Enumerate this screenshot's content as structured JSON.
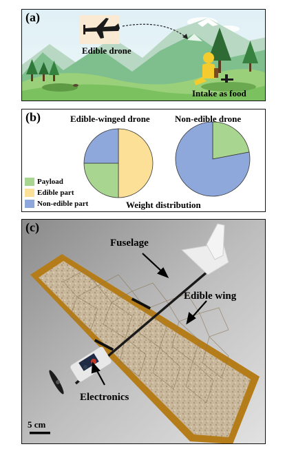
{
  "panel_a": {
    "label": "(a)",
    "edible_drone_label": "Edible drone",
    "intake_label": "Intake as food"
  },
  "panel_b": {
    "label": "(b)",
    "title_left": "Edible-winged drone",
    "title_right": "Non-edible drone",
    "footer": "Weight distribution",
    "legend": [
      {
        "label": "Payload",
        "color": "#a8d58f"
      },
      {
        "label": "Edible part",
        "color": "#fde097"
      },
      {
        "label": "Non-edible part",
        "color": "#8fa8dc"
      }
    ]
  },
  "chart_data": [
    {
      "type": "pie",
      "title": "Edible-winged drone",
      "labels": [
        "Edible part",
        "Payload",
        "Non-edible part"
      ],
      "values": [
        50,
        25,
        25
      ],
      "colors": [
        "#fde097",
        "#a8d58f",
        "#8fa8dc"
      ]
    },
    {
      "type": "pie",
      "title": "Non-edible drone",
      "labels": [
        "Payload",
        "Non-edible part"
      ],
      "values": [
        22,
        78
      ],
      "colors": [
        "#a8d58f",
        "#8fa8dc"
      ]
    }
  ],
  "panel_c": {
    "label": "(c)",
    "fuselage_label": "Fuselage",
    "wing_label": "Edible wing",
    "electronics_label": "Electronics",
    "scale_label": "5 cm"
  }
}
